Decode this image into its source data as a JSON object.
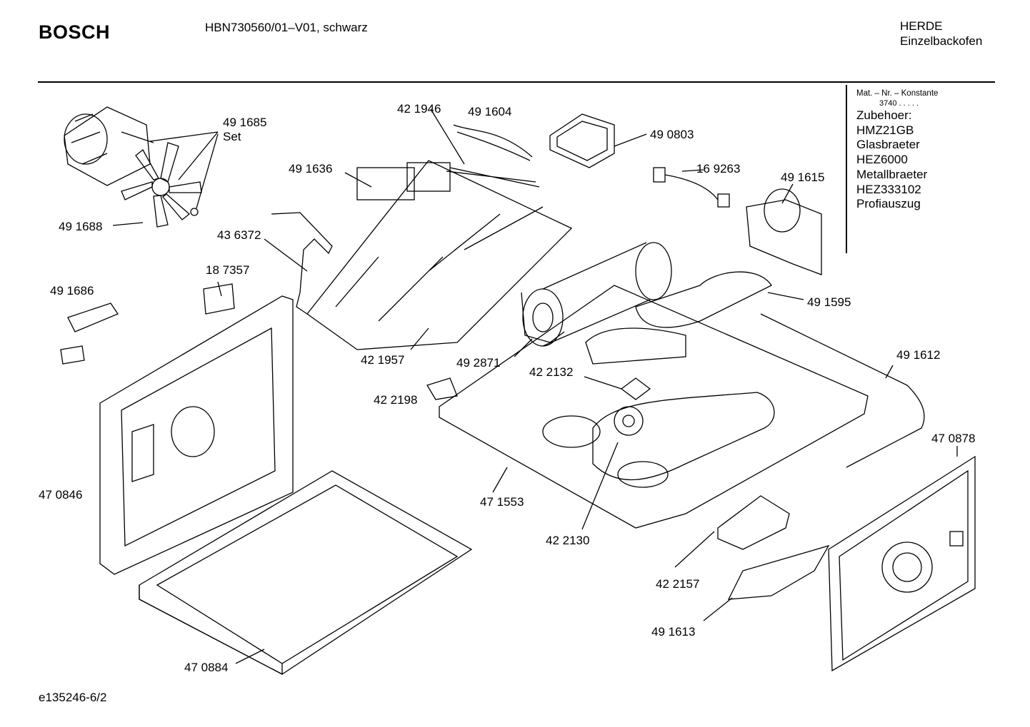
{
  "header": {
    "brand": "BOSCH",
    "model": "HBN730560/01–V01, schwarz",
    "category_line1": "HERDE",
    "category_line2": "Einzelbackofen"
  },
  "accessories": {
    "mat_label": "Mat. – Nr. – Konstante",
    "mat_value": "3740  .  .  .  .  .",
    "heading": "Zubehoer:",
    "items": [
      "HMZ21GB",
      "Glasbraeter",
      "HEZ6000",
      "Metallbraeter",
      "HEZ333102",
      "Profiauszug"
    ]
  },
  "parts": [
    {
      "id": "491685",
      "label": "49 1685"
    },
    {
      "id": "set",
      "label": "Set"
    },
    {
      "id": "491688",
      "label": "49 1688"
    },
    {
      "id": "421946",
      "label": "42 1946"
    },
    {
      "id": "491604",
      "label": "49 1604"
    },
    {
      "id": "490803",
      "label": "49 0803"
    },
    {
      "id": "491636",
      "label": "49 1636"
    },
    {
      "id": "169263",
      "label": "16 9263"
    },
    {
      "id": "491615",
      "label": "49 1615"
    },
    {
      "id": "436372",
      "label": "43 6372"
    },
    {
      "id": "187357",
      "label": "18 7357"
    },
    {
      "id": "491686",
      "label": "49 1686"
    },
    {
      "id": "491595",
      "label": "49 1595"
    },
    {
      "id": "421957",
      "label": "42 1957"
    },
    {
      "id": "492871",
      "label": "49 2871"
    },
    {
      "id": "491612",
      "label": "49 1612"
    },
    {
      "id": "422132",
      "label": "42 2132"
    },
    {
      "id": "422198",
      "label": "42 2198"
    },
    {
      "id": "470878",
      "label": "47 0878"
    },
    {
      "id": "470846",
      "label": "47 0846"
    },
    {
      "id": "471553",
      "label": "47 1553"
    },
    {
      "id": "422130",
      "label": "42 2130"
    },
    {
      "id": "422157",
      "label": "42 2157"
    },
    {
      "id": "491613",
      "label": "49 1613"
    },
    {
      "id": "470884",
      "label": "47 0884"
    }
  ],
  "footer": {
    "code": "e135246-6/2"
  }
}
